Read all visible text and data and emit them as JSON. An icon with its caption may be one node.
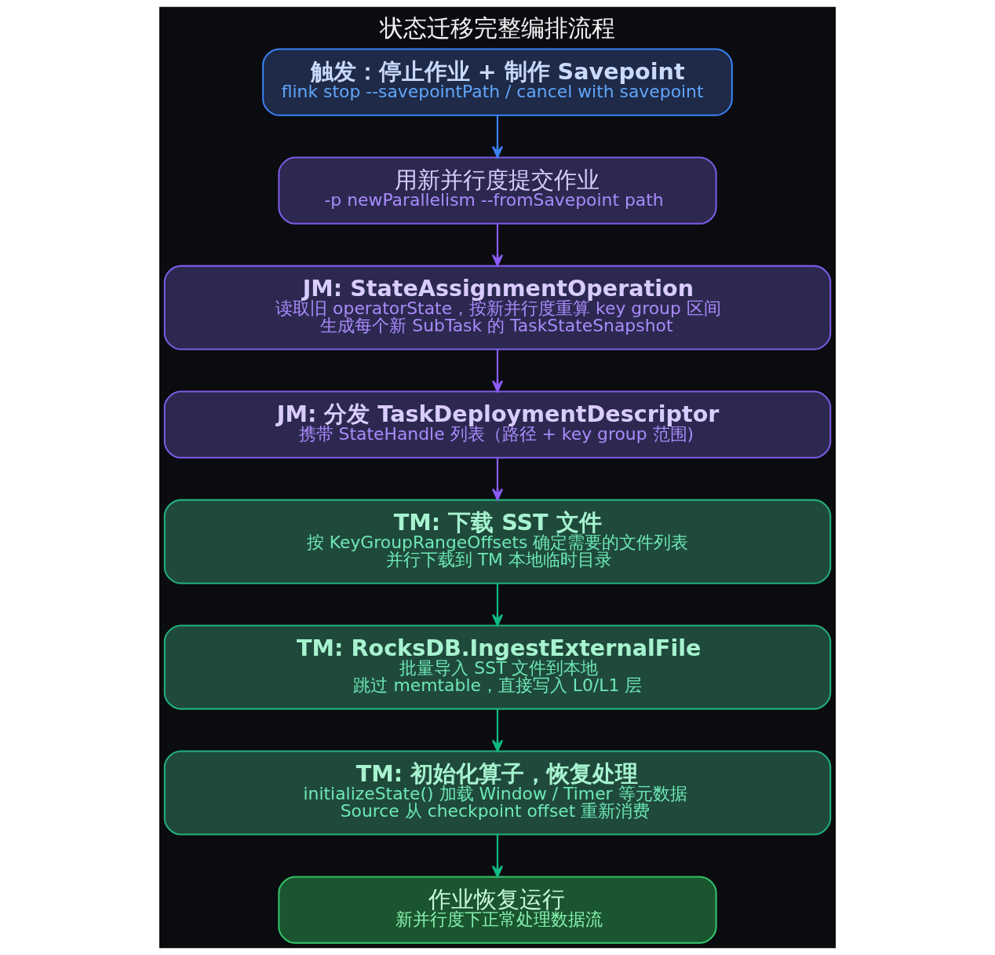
{
  "diagram": {
    "title": "状态迁移完整编排流程",
    "nodes": [
      {
        "text": [
          "触发：停止作业 + 制作 Savepoint",
          "flink stop --savepointPath / cancel with savepoint"
        ]
      },
      {
        "text": [
          "用新并行度提交作业",
          "-p newParallelism --fromSavepoint path"
        ]
      },
      {
        "text": [
          "JM: StateAssignmentOperation",
          "读取旧 operatorState，按新并行度重算 key group 区间",
          "生成每个新 SubTask 的 TaskStateSnapshot"
        ]
      },
      {
        "text": [
          "JM: 分发 TaskDeploymentDescriptor",
          "携带 StateHandle 列表（路径 + key group 范围)"
        ]
      },
      {
        "text": [
          "TM: 下载 SST 文件",
          "按 KeyGroupRangeOffsets 确定需要的文件列表",
          "并行下载到 TM 本地临时目录"
        ]
      },
      {
        "text": [
          "TM: RocksDB.IngestExternalFile",
          "批量导入 SST 文件到本地",
          "跳过 memtable，直接写入 L0/L1 层"
        ]
      },
      {
        "text": [
          "TM: 初始化算子，恢复处理",
          "initializeState() 加载 Window / Timer 等元数据",
          "Source 从 checkpoint offset 重新消费"
        ]
      },
      {
        "text": [
          "作业恢复运行",
          "新并行度下正常处理数据流"
        ]
      }
    ],
    "edges": [
      {
        "from": 0,
        "to": 1,
        "arrow": "to",
        "color": "#3b82f6"
      },
      {
        "from": 1,
        "to": 2,
        "arrow": "to",
        "color": "#8b5cf6"
      },
      {
        "from": 2,
        "to": 3,
        "arrow": "to",
        "color": "#8b5cf6"
      },
      {
        "from": 3,
        "to": 4,
        "arrow": "to",
        "color": "#8b5cf6"
      },
      {
        "from": 4,
        "to": 5,
        "arrow": "to",
        "color": "#10b981"
      },
      {
        "from": 5,
        "to": 6,
        "arrow": "to",
        "color": "#10b981"
      },
      {
        "from": 6,
        "to": 7,
        "arrow": "to",
        "color": "#10b981"
      }
    ]
  }
}
